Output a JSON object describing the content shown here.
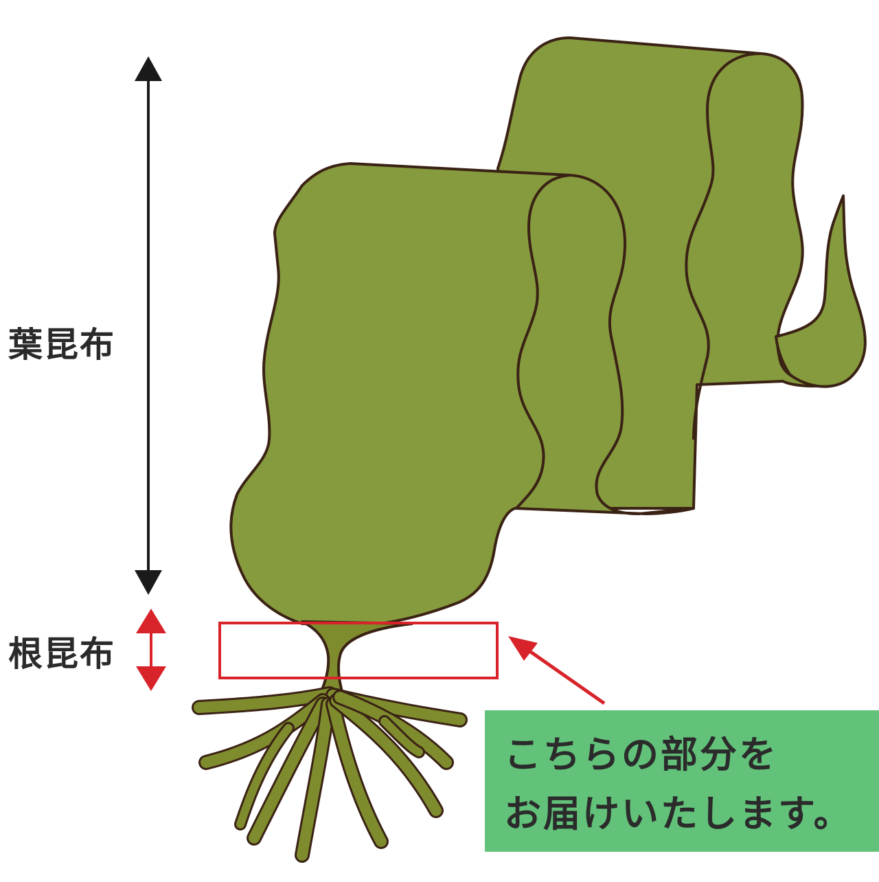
{
  "labels": {
    "leaf_kelp": "葉昆布",
    "root_kelp": "根昆布"
  },
  "callout": {
    "line1": "こちらの部分を",
    "line2": "お届けいたします。"
  },
  "colors": {
    "kelp_fill": "#869a3e",
    "outline": "#3a2214",
    "root_fill": "#7f8c2e",
    "highlight_red": "#d8232a",
    "arrow_black": "#1a1a1a",
    "callout_bg": "#62c27a"
  }
}
